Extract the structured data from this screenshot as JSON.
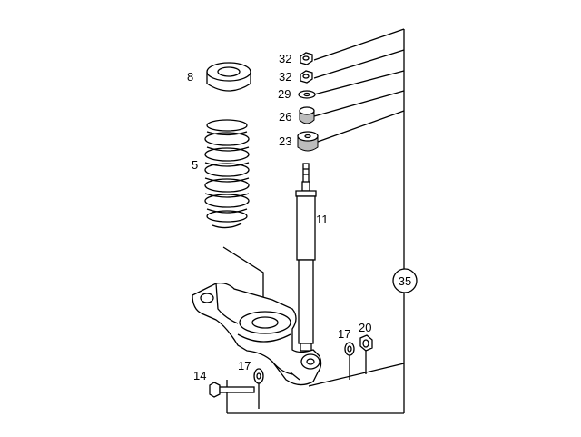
{
  "diagram": {
    "callouts": {
      "p8": "8",
      "p5": "5",
      "p32a": "32",
      "p32b": "32",
      "p29": "29",
      "p26": "26",
      "p23": "23",
      "p11": "11",
      "p35": "35",
      "p17a": "17",
      "p20": "20",
      "p14": "14",
      "p17b": "17"
    }
  }
}
